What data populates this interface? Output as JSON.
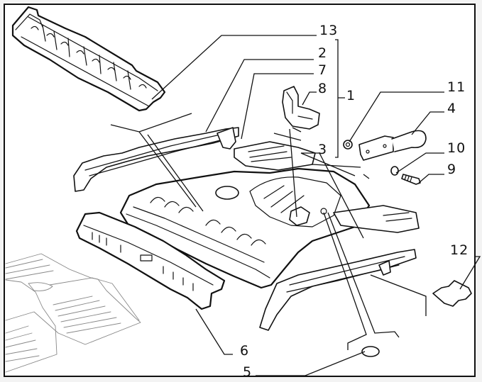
{
  "diagram": {
    "type": "exploded parts diagram",
    "subject": "rear floor panel assembly",
    "callouts": [
      {
        "id": "13",
        "label": "13"
      },
      {
        "id": "2",
        "label": "2"
      },
      {
        "id": "7",
        "label": "7"
      },
      {
        "id": "8",
        "label": "8"
      },
      {
        "id": "1",
        "label": "1"
      },
      {
        "id": "3",
        "label": "3"
      },
      {
        "id": "11",
        "label": "11"
      },
      {
        "id": "4",
        "label": "4"
      },
      {
        "id": "10",
        "label": "10"
      },
      {
        "id": "9",
        "label": "9"
      },
      {
        "id": "12",
        "label": "12"
      },
      {
        "id": "6",
        "label": "6"
      },
      {
        "id": "5",
        "label": "5"
      }
    ],
    "bracket_group": {
      "label": "1",
      "members": [
        "13",
        "2",
        "7",
        "8",
        "3"
      ]
    }
  }
}
